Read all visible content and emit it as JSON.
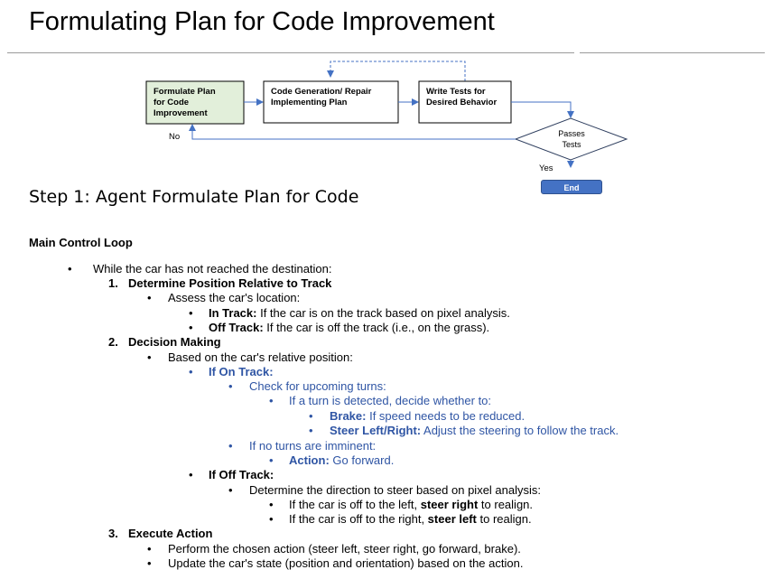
{
  "page_title": "Formulating Plan for Code Improvement",
  "flowchart": {
    "box1": [
      "Formulate Plan",
      "for Code",
      "Improvement"
    ],
    "box2": [
      "Code Generation/ Repair",
      "Implementing Plan"
    ],
    "box3": [
      "Write Tests for",
      "Desired Behavior"
    ],
    "diamond": [
      "Passes",
      "Tests"
    ],
    "no_label": "No",
    "yes_label": "Yes",
    "end_label": "End",
    "colors": {
      "box1_fill": "#e2efda",
      "arrow": "#4472c4",
      "end_fill": "#4472c4"
    }
  },
  "step_heading": "Step 1: Agent Formulate Plan for Code",
  "section_heading": "Main Control Loop",
  "outline": {
    "l1": "While the car has not reached the destination:",
    "s1_num": "1.",
    "s1_title": "Determine Position Relative to Track",
    "s1_assess": "Assess the car's location:",
    "s1_in_label": "In Track:",
    "s1_in_text": " If the car is on the track based on pixel analysis.",
    "s1_off_label": "Off Track:",
    "s1_off_text": " If the car is off the track (i.e., on the grass).",
    "s2_num": "2.",
    "s2_title": "Decision Making",
    "s2_based": "Based on the car's relative position:",
    "s2_on_label": "If On Track:",
    "s2_check": "Check for upcoming turns:",
    "s2_turn": "If a turn is detected, decide whether to:",
    "s2_brake_label": "Brake:",
    "s2_brake_text": " If speed needs to be reduced.",
    "s2_steer_label": "Steer Left/Right:",
    "s2_steer_text": " Adjust the steering to follow the track.",
    "s2_noturn": "If no turns are imminent:",
    "s2_action_label": "Action:",
    "s2_action_text": " Go forward.",
    "s2_off_label": "If Off Track:",
    "s2_dir": "Determine the direction to steer based on pixel analysis:",
    "s2_left_a": "If the car is off to the left, ",
    "s2_left_b": "steer right",
    "s2_left_c": " to realign.",
    "s2_right_a": "If the car is off to the right, ",
    "s2_right_b": "steer left",
    "s2_right_c": " to realign.",
    "s3_num": "3.",
    "s3_title": "Execute Action",
    "s3_perform": "Perform the chosen action (steer left, steer right, go forward, brake).",
    "s3_update": "Update the car's state (position and orientation) based on the action."
  },
  "bullet": "•"
}
